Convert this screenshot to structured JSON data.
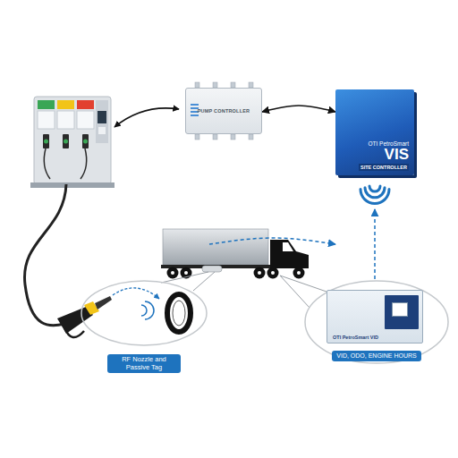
{
  "diagram": {
    "nodes": [
      {
        "text": [
          "PUMP CONTROLLER"
        ]
      },
      {
        "text": [
          "OTI PetroSmart",
          "VIS",
          "SITE CONTROLLER"
        ]
      },
      {
        "text": [
          "RF Nozzle and Passive Tag"
        ]
      },
      {
        "text": [
          "VID, ODO, ENGINE HOURS"
        ]
      },
      {
        "text": [
          "OTI PetroSmart VID"
        ],
        "in": 3
      }
    ],
    "edges": [
      {
        "from": 0,
        "to": 1,
        "arrow": "both"
      },
      {
        "from": 2,
        "to": 1,
        "arrow": "to"
      },
      {
        "from": 3,
        "to": 1,
        "arrow": "to"
      }
    ]
  }
}
